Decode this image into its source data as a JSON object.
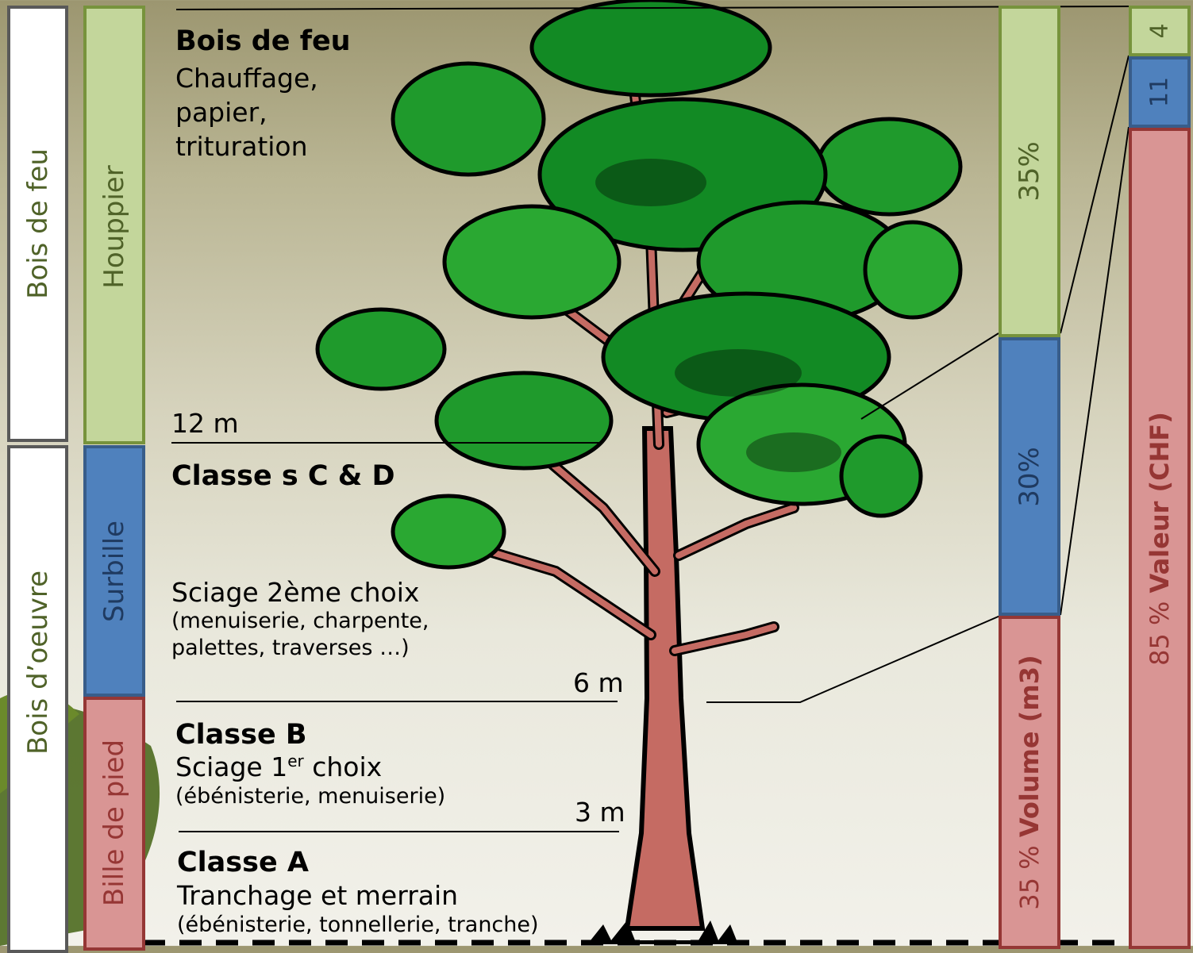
{
  "left_columns": {
    "usage_top": "Bois de feu",
    "usage_bottom": "Bois d’oeuvre",
    "section_top": "Houppier",
    "section_middle": "Surbille",
    "section_bottom": "Bille de pied"
  },
  "zones": {
    "crown_title": "Bois de feu",
    "crown_line1": "Chauffage,",
    "crown_line2": "papier,",
    "crown_line3": "trituration",
    "height_12": "12 m",
    "cd_title": "Classe s C & D",
    "cd_line1": "Sciage 2ème  choix",
    "cd_line2": "(menuiserie,  charpente,",
    "cd_line3": "palettes, traverses …)",
    "height_6": "6 m",
    "b_title": "Classe B",
    "b_line1_pre": "Sciage 1",
    "b_line1_sup": "er",
    "b_line1_post": " choix",
    "b_line2": "(ébénisterie, menuiserie)",
    "height_3": "3 m",
    "a_title": "Classe A",
    "a_line1": "Tranchage et merrain",
    "a_line2": "(ébénisterie, tonnellerie, tranche)"
  },
  "volume_bar": {
    "top_pct": "35%",
    "middle_pct": "30%",
    "bottom_prefix": "35 % ",
    "bottom_label": "Volume (m3)"
  },
  "value_bar": {
    "top_value": "4",
    "middle_value": "11",
    "bottom_prefix": "85 % ",
    "bottom_label": "Valeur (CHF)"
  },
  "colors": {
    "green": "#c3d69b",
    "blue": "#4f81bd",
    "red": "#d99594",
    "foliage": "#1f9a2c",
    "trunk": "#c56b63"
  }
}
